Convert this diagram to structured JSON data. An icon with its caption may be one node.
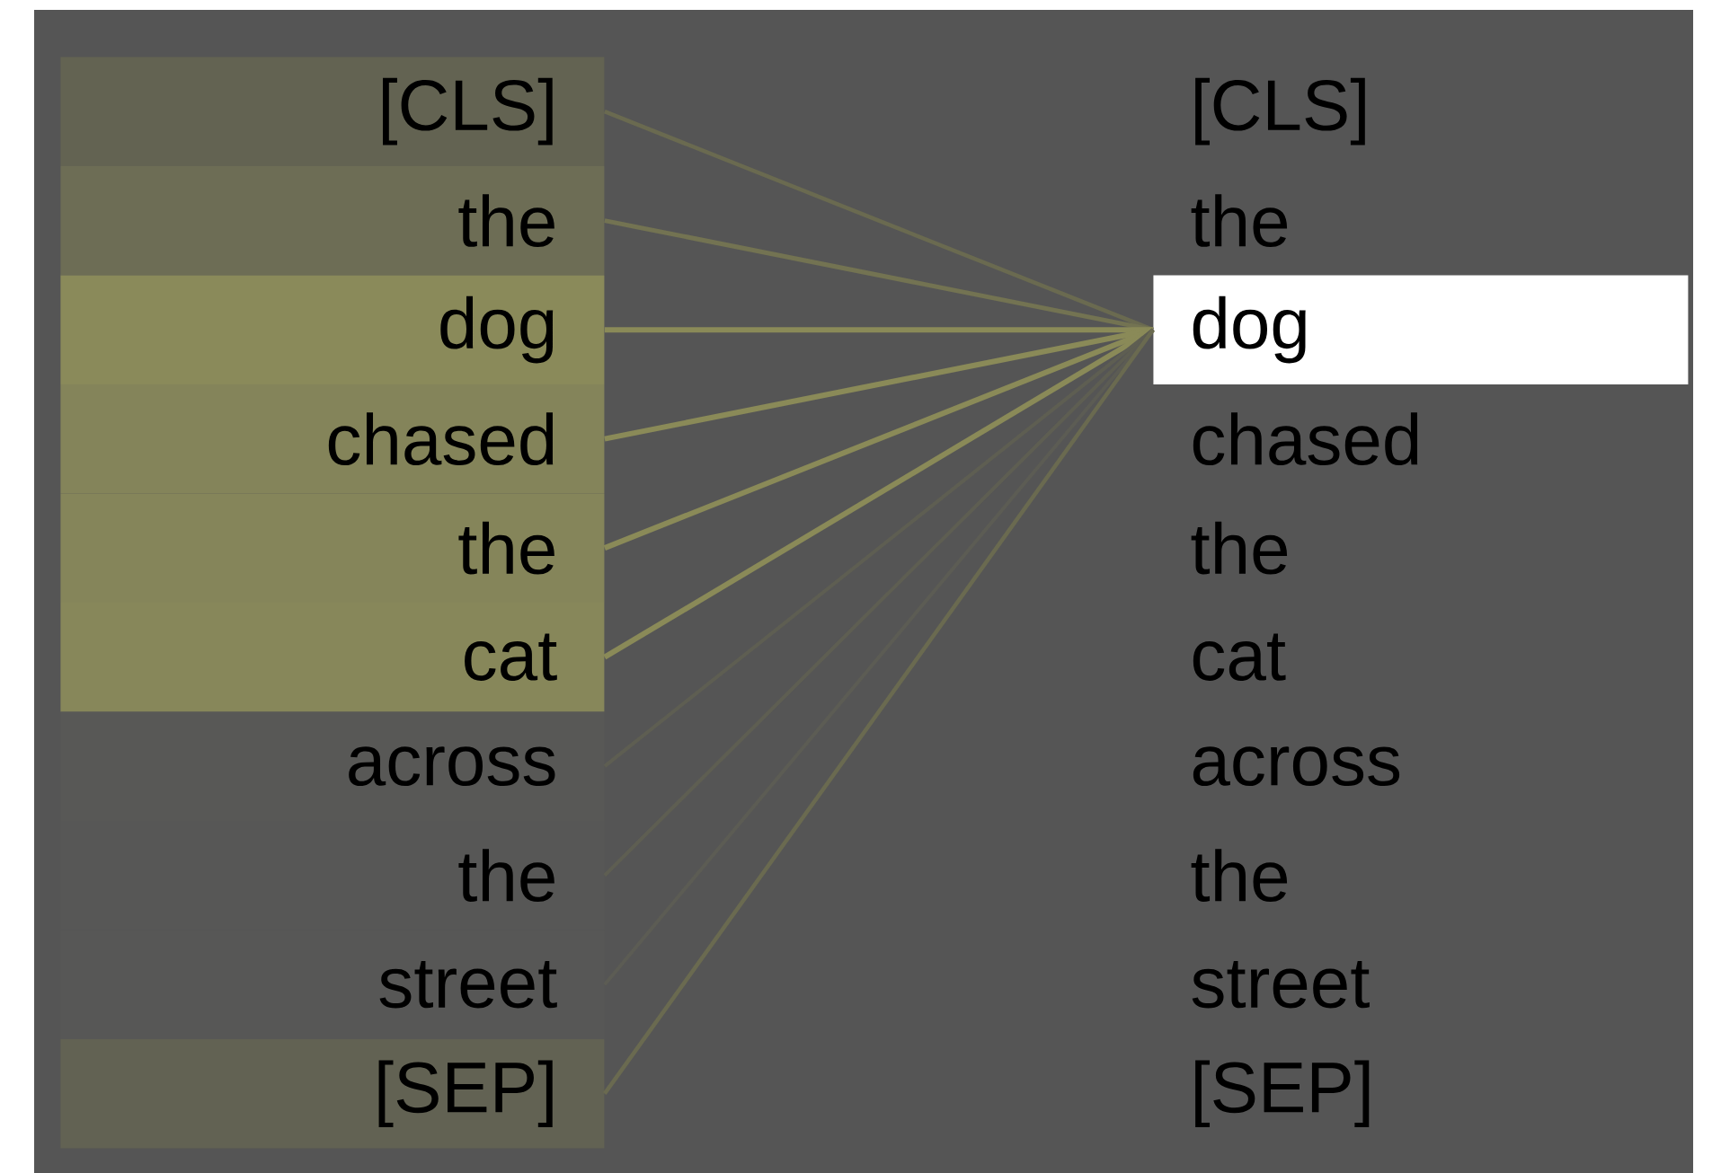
{
  "diagram": {
    "nodes": [
      {
        "text": [
          "[CLS]"
        ]
      },
      {
        "text": [
          "the"
        ]
      },
      {
        "text": [
          "dog"
        ]
      },
      {
        "text": [
          "chased"
        ]
      },
      {
        "text": [
          "the"
        ]
      },
      {
        "text": [
          "cat"
        ]
      },
      {
        "text": [
          "across"
        ]
      },
      {
        "text": [
          "the"
        ]
      },
      {
        "text": [
          "street"
        ]
      },
      {
        "text": [
          "[SEP]"
        ]
      },
      {
        "text": [
          "[CLS]"
        ]
      },
      {
        "text": [
          "the"
        ]
      },
      {
        "text": [
          "dog"
        ]
      },
      {
        "text": [
          "chased"
        ]
      },
      {
        "text": [
          "the"
        ]
      },
      {
        "text": [
          "cat"
        ]
      },
      {
        "text": [
          "across"
        ]
      },
      {
        "text": [
          "the"
        ]
      },
      {
        "text": [
          "street"
        ]
      },
      {
        "text": [
          "[SEP]"
        ]
      }
    ],
    "edges": [
      {
        "from": 0,
        "to": 12,
        "arrow": "none",
        "color": "#6a6a50"
      },
      {
        "from": 1,
        "to": 12,
        "arrow": "none",
        "color": "#737352"
      },
      {
        "from": 2,
        "to": 12,
        "arrow": "none"
      },
      {
        "from": 3,
        "to": 12,
        "arrow": "none"
      },
      {
        "from": 4,
        "to": 12,
        "arrow": "none"
      },
      {
        "from": 5,
        "to": 12,
        "arrow": "none"
      },
      {
        "from": 6,
        "to": 12,
        "arrow": "none",
        "color": "#5e5e52"
      },
      {
        "from": 7,
        "to": 12,
        "arrow": "none",
        "color": "#5e5e52"
      },
      {
        "from": 8,
        "to": 12,
        "arrow": "none",
        "color": "#5c5c54"
      },
      {
        "from": 9,
        "to": 12,
        "arrow": "none",
        "color": "#6a6a50"
      }
    ]
  }
}
